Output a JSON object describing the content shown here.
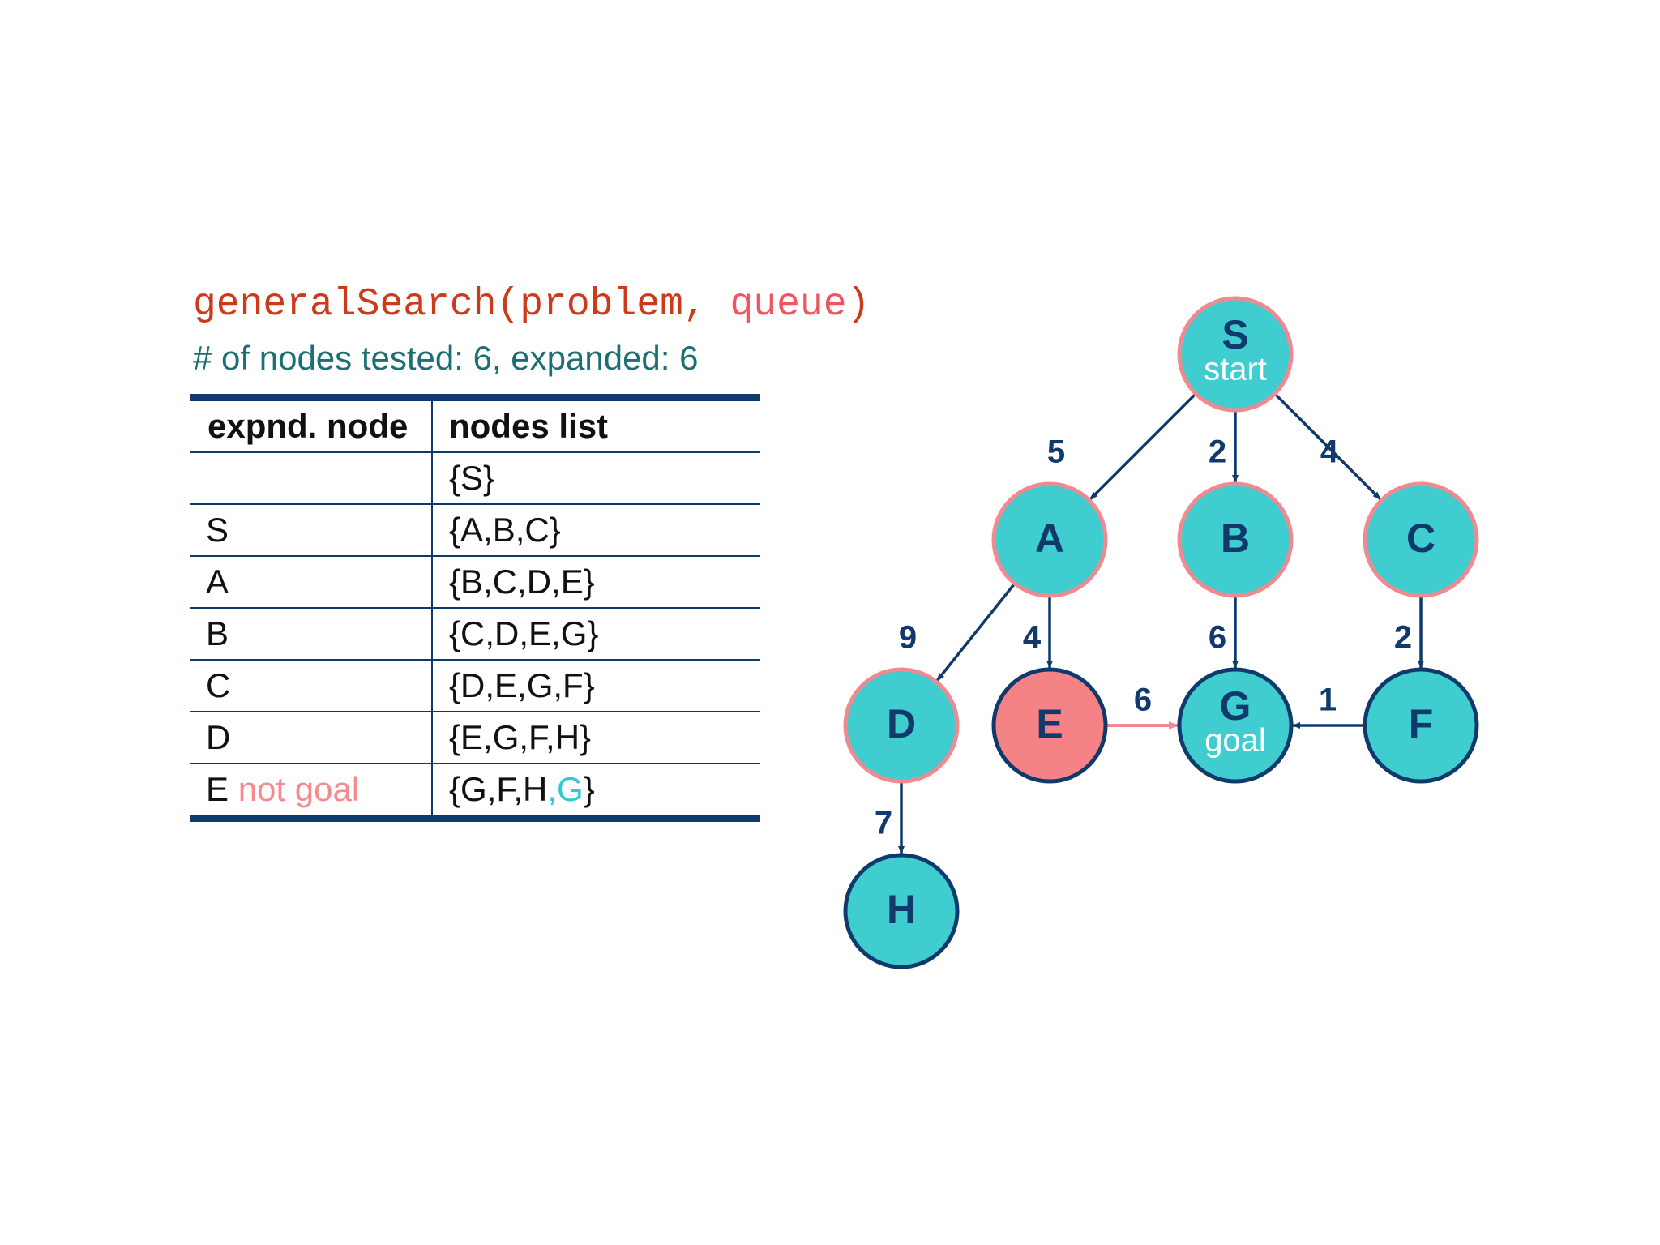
{
  "title": {
    "function": "generalSearch(problem, ",
    "queue_word": "queue",
    "close_paren": ")"
  },
  "stats": "# of nodes tested: 6, expanded: 6",
  "table": {
    "headers": [
      "expnd. node",
      "nodes list"
    ],
    "rows": [
      {
        "node": "",
        "note": "",
        "list": "{S}",
        "list_new": "",
        "list_end": ""
      },
      {
        "node": "S",
        "note": "",
        "list": "{A,B,C}",
        "list_new": "",
        "list_end": ""
      },
      {
        "node": "A",
        "note": "",
        "list": "{B,C,D,E}",
        "list_new": "",
        "list_end": ""
      },
      {
        "node": "B",
        "note": "",
        "list": "{C,D,E,G}",
        "list_new": "",
        "list_end": ""
      },
      {
        "node": "C",
        "note": "",
        "list": "{D,E,G,F}",
        "list_new": "",
        "list_end": ""
      },
      {
        "node": "D",
        "note": "",
        "list": "{E,G,F,H}",
        "list_new": "",
        "list_end": ""
      },
      {
        "node": "E",
        "note": "not goal",
        "list": "{G,F,H",
        "list_new": ",G",
        "list_end": "}"
      }
    ]
  },
  "graph": {
    "nodes": {
      "S": {
        "label": "S",
        "sublabel": "start",
        "state": "normal"
      },
      "A": {
        "label": "A",
        "sublabel": "",
        "state": "normal"
      },
      "B": {
        "label": "B",
        "sublabel": "",
        "state": "normal"
      },
      "C": {
        "label": "C",
        "sublabel": "",
        "state": "normal"
      },
      "D": {
        "label": "D",
        "sublabel": "",
        "state": "normal"
      },
      "E": {
        "label": "E",
        "sublabel": "",
        "state": "current"
      },
      "G": {
        "label": "G",
        "sublabel": "goal",
        "state": "goal"
      },
      "F": {
        "label": "F",
        "sublabel": "",
        "state": "goal-border"
      },
      "H": {
        "label": "H",
        "sublabel": "",
        "state": "goal-border"
      }
    },
    "edges": [
      {
        "from": "S",
        "to": "A",
        "cost": "5"
      },
      {
        "from": "S",
        "to": "B",
        "cost": "2"
      },
      {
        "from": "S",
        "to": "C",
        "cost": "4"
      },
      {
        "from": "A",
        "to": "D",
        "cost": "9"
      },
      {
        "from": "A",
        "to": "E",
        "cost": "4"
      },
      {
        "from": "B",
        "to": "G",
        "cost": "6"
      },
      {
        "from": "C",
        "to": "F",
        "cost": "2"
      },
      {
        "from": "E",
        "to": "G",
        "cost": "6",
        "highlight": true
      },
      {
        "from": "F",
        "to": "G",
        "cost": "1"
      },
      {
        "from": "D",
        "to": "H",
        "cost": "7"
      }
    ]
  },
  "colors": {
    "node_fill": "#3fcdd0",
    "node_border_pink": "#f08a90",
    "node_border_dark": "#0f3a6b",
    "current_fill": "#f58285",
    "edge": "#0f3a6b",
    "edge_highlight": "#f08a90",
    "label_dark": "#0f3a6b",
    "table_rule": "#0f3a6b"
  }
}
